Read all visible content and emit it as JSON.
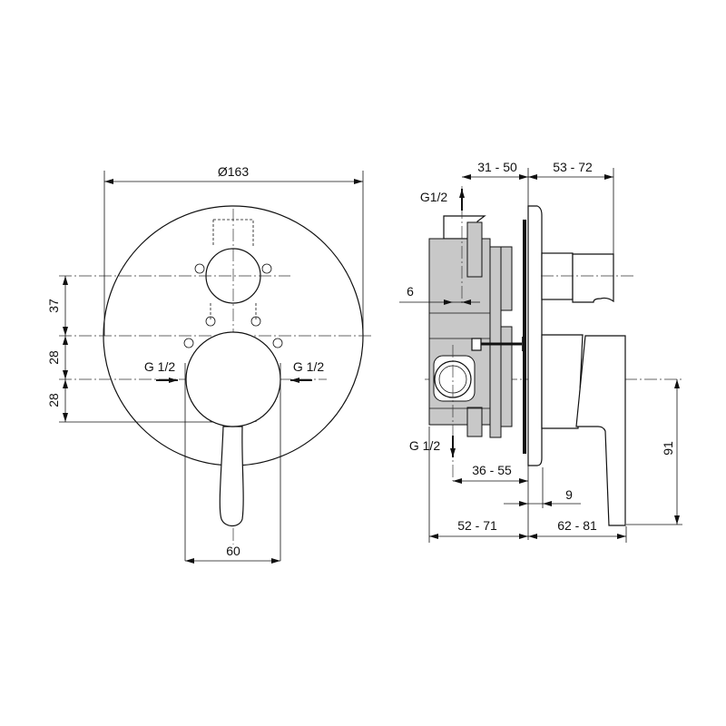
{
  "front_view": {
    "diameter": "Ø163",
    "dim_37": "37",
    "dim_28_top": "28",
    "dim_28_bottom": "28",
    "dim_60": "60",
    "inlet_left": "G 1/2",
    "inlet_right": "G 1/2"
  },
  "side_view": {
    "dim_31_50": "31 - 50",
    "dim_53_72": "53 - 72",
    "outlet_top": "G1/2",
    "dim_6": "6",
    "outlet_bottom": "G 1/2",
    "dim_36_55": "36 - 55",
    "dim_9": "9",
    "dim_52_71": "52 - 71",
    "dim_62_81": "62 - 81",
    "dim_91": "91"
  },
  "colors": {
    "line": "#111111",
    "body_fill": "#c8c8c8"
  }
}
